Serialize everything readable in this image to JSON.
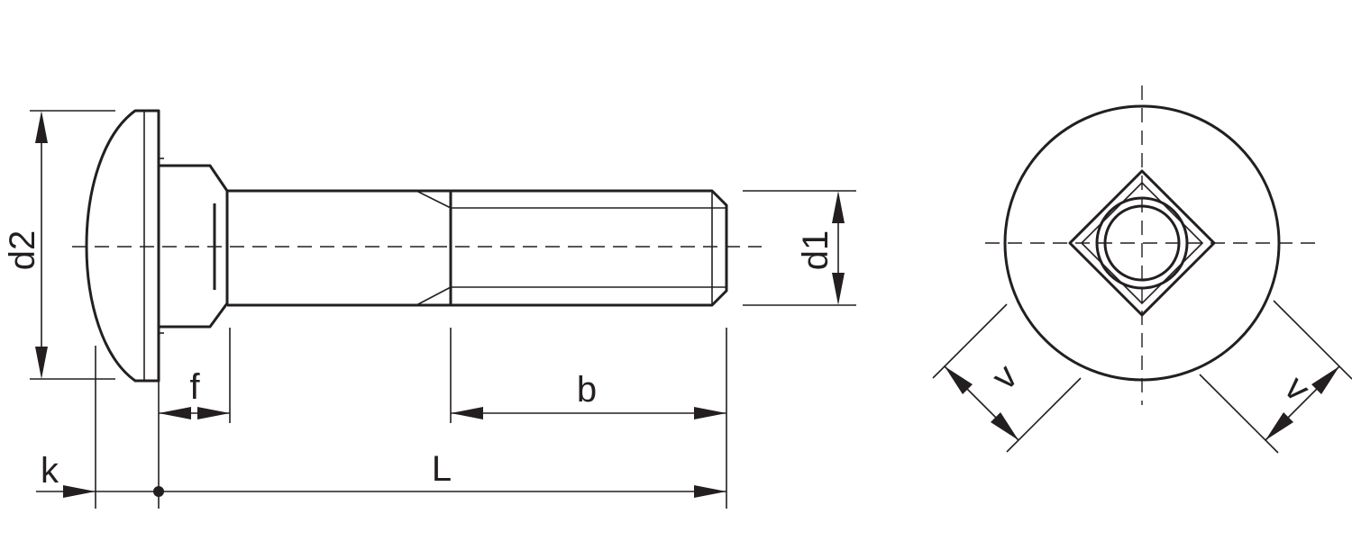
{
  "labels": {
    "d2": "d2",
    "d1": "d1",
    "f": "f",
    "b": "b",
    "L": "L",
    "k": "k",
    "v_left": "v",
    "v_right": "v"
  },
  "colors": {
    "line": "#231f20",
    "background": "#ffffff"
  }
}
